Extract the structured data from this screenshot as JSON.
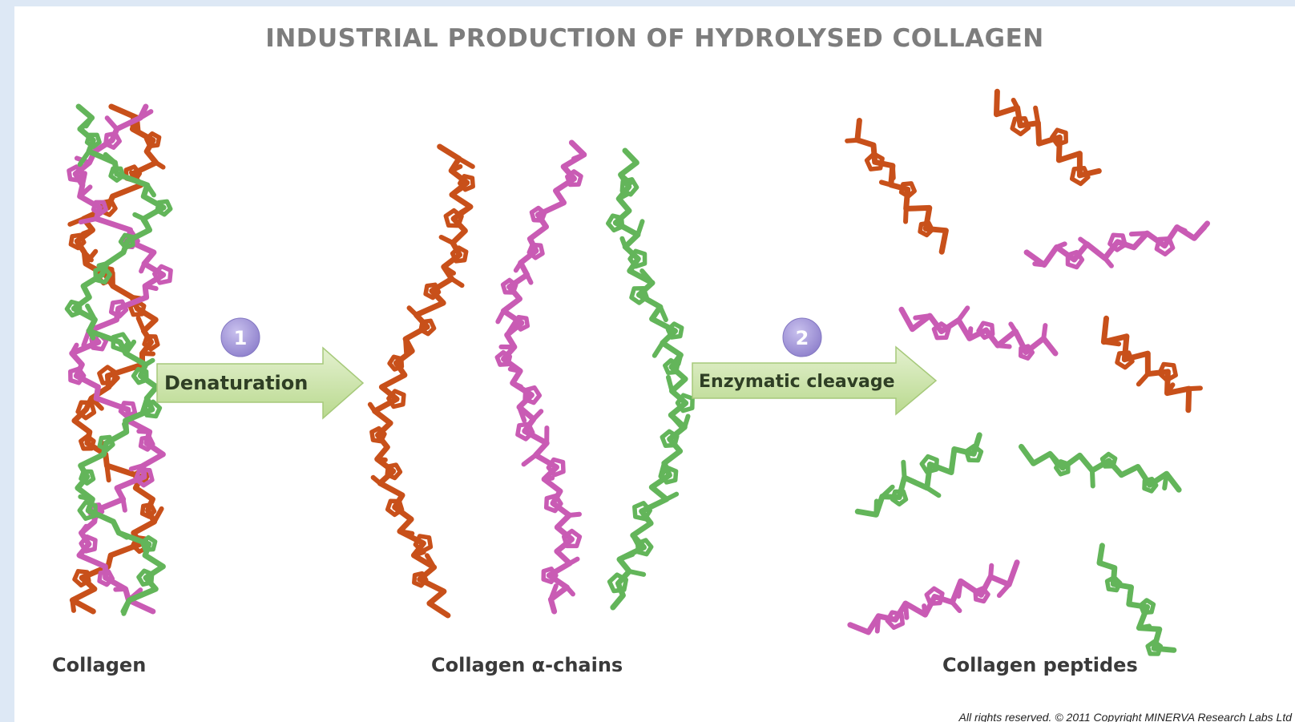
{
  "title": "INDUSTRIAL PRODUCTION OF HYDROLYSED COLLAGEN",
  "steps": [
    {
      "number": "1",
      "label": "Denaturation"
    },
    {
      "number": "2",
      "label": "Enzymatic cleavage"
    }
  ],
  "labels": {
    "collagen": "Collagen",
    "alpha_chains": "Collagen α-chains",
    "peptides": "Collagen peptides"
  },
  "copyright": "All rights reserved. © 2011 Copyright MINERVA Research Labs Ltd",
  "colors": {
    "orange_chain": "#c8501a",
    "magenta_chain": "#c95bb4",
    "green_chain": "#63b55a",
    "arrow_fill": "#c9e2a4",
    "badge": "#9b8fd4",
    "title": "#7d7d7d"
  }
}
